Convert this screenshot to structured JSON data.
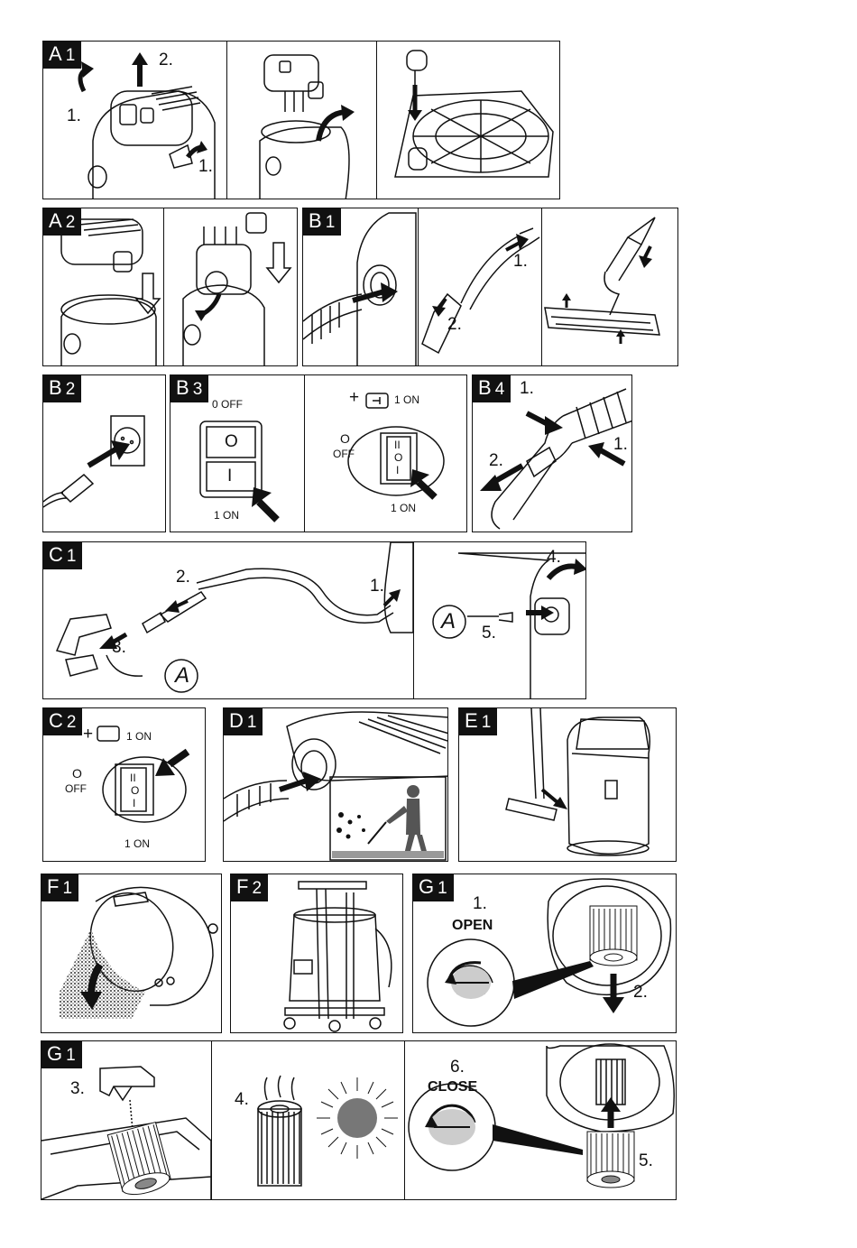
{
  "panels": {
    "a1": {
      "letter": "A",
      "num": "1",
      "steps": [
        "1.",
        "2.",
        "1."
      ]
    },
    "a2": {
      "letter": "A",
      "num": "2"
    },
    "b1": {
      "letter": "B",
      "num": "1",
      "steps": [
        "1.",
        "2."
      ]
    },
    "b2": {
      "letter": "B",
      "num": "2"
    },
    "b3": {
      "letter": "B",
      "num": "3",
      "off": "0 OFF",
      "on": "1 ON",
      "off_glyph": "O",
      "on_glyph": "I",
      "plus": "+",
      "on2": "1 ON",
      "o_label": "O",
      "off2": "OFF",
      "on3": "1 ON",
      "ii": "II",
      "o": "O",
      "i": "I"
    },
    "b4": {
      "letter": "B",
      "num": "4",
      "steps": [
        "1.",
        "1.",
        "2."
      ]
    },
    "c1": {
      "letter": "C",
      "num": "1",
      "steps": [
        "2.",
        "1.",
        "3.",
        "4.",
        "5."
      ],
      "marker": "A"
    },
    "c2": {
      "letter": "C",
      "num": "2",
      "plus": "+",
      "on": "1 ON",
      "o_label": "O",
      "off": "OFF",
      "on_bottom": "1 ON",
      "ii": "II",
      "o": "O",
      "i": "I"
    },
    "d1": {
      "letter": "D",
      "num": "1"
    },
    "e1": {
      "letter": "E",
      "num": "1"
    },
    "f1": {
      "letter": "F",
      "num": "1"
    },
    "f2": {
      "letter": "F",
      "num": "2"
    },
    "g1a": {
      "letter": "G",
      "num": "1",
      "step1": "1.",
      "open": "OPEN",
      "step2": "2."
    },
    "g1b": {
      "letter": "G",
      "num": "1",
      "step3": "3.",
      "step4": "4.",
      "step6": "6.",
      "close": "CLOSE",
      "step5": "5."
    }
  }
}
